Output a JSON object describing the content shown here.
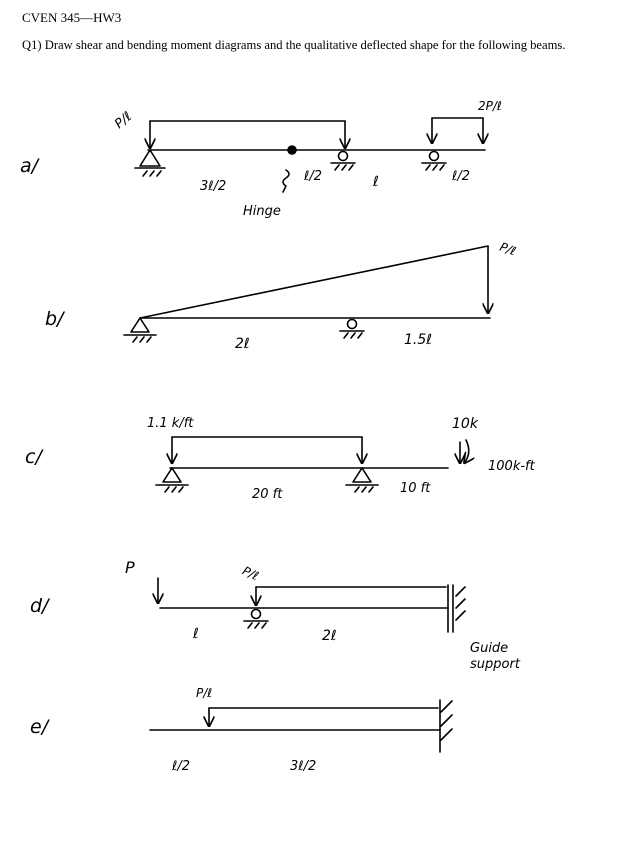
{
  "header": {
    "title": "CVEN 345—HW3",
    "question": "Q1) Draw shear and bending moment diagrams and the qualitative deflected shape for the following beams."
  },
  "problems": {
    "a": {
      "tag": "a/",
      "load_left": "P/ℓ",
      "load_right": "2P/ℓ",
      "span1": "3ℓ/2",
      "span2": "ℓ/2",
      "span3": "ℓ",
      "span4": "ℓ/2",
      "hinge_label": "Hinge"
    },
    "b": {
      "tag": "b/",
      "load": "P/ℓ",
      "span1": "2ℓ",
      "span2": "1.5ℓ"
    },
    "c": {
      "tag": "c/",
      "dist_load": "1.1 k/ft",
      "point_load": "10k",
      "moment": "100k-ft",
      "span1": "20 ft",
      "span2": "10 ft"
    },
    "d": {
      "tag": "d/",
      "point_load": "P",
      "dist_load": "P/ℓ",
      "span1": "ℓ",
      "span2": "2ℓ",
      "support_line1": "Guide",
      "support_line2": "support"
    },
    "e": {
      "tag": "e/",
      "dist_load": "P/ℓ",
      "span1": "ℓ/2",
      "span2": "3ℓ/2"
    }
  }
}
